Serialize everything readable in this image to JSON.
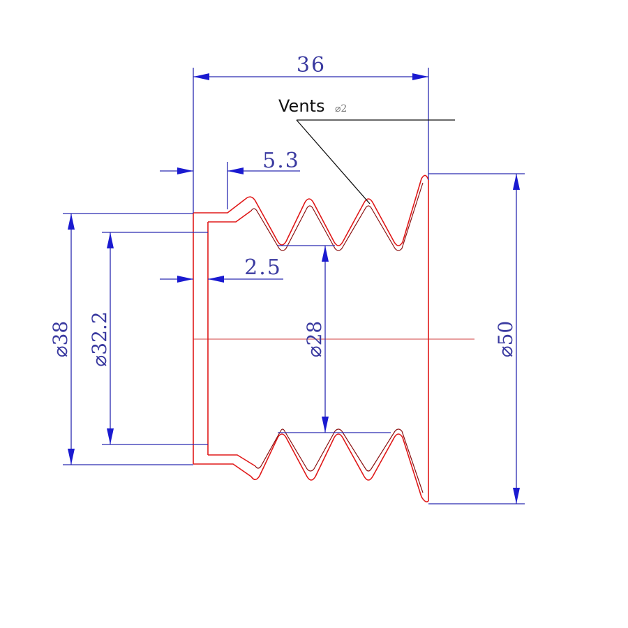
{
  "dimensions": {
    "overall_length": "36",
    "lip_length": "5.3",
    "wall_thickness": "2.5",
    "outer_diameter_neck": "⌀38",
    "inner_diameter_neck": "⌀32.2",
    "inner_diameter_bellows": "⌀28",
    "outer_diameter_flange": "⌀50"
  },
  "callout": {
    "label": "Vents",
    "detail": "⌀2"
  },
  "colors": {
    "dimension": "#2a2ab0",
    "part_outline": "#e01818",
    "callout": "#111111"
  }
}
